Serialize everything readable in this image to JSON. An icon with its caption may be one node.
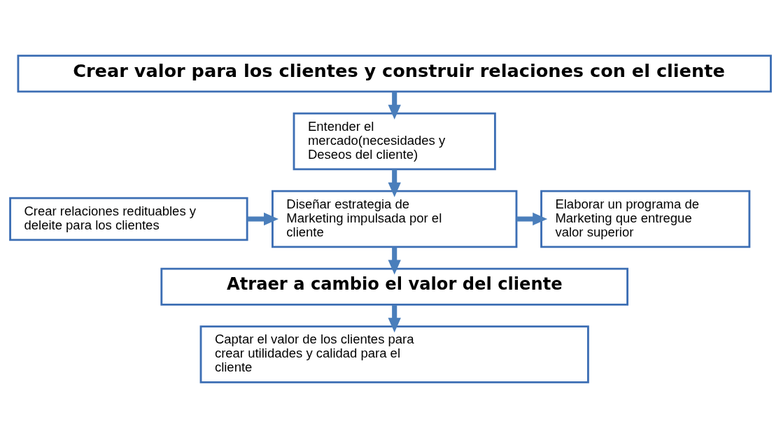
{
  "diagram": {
    "nodes": [
      {
        "text": [
          "Crear valor para los clientes y construir relaciones con el cliente"
        ]
      },
      {
        "text": [
          "Entender el mercado(necesidades y Deseos del cliente)"
        ]
      },
      {
        "text": [
          "Crear relaciones redituables y deleite para los clientes"
        ]
      },
      {
        "text": [
          "Diseñar estrategia de Marketing impulsada por el cliente"
        ]
      },
      {
        "text": [
          "Elaborar un programa de Marketing que entregue valor superior"
        ]
      },
      {
        "text": [
          "Atraer a cambio el valor del cliente"
        ]
      },
      {
        "text": [
          "Captar el valor de los clientes para crear utilidades y calidad para el cliente"
        ]
      }
    ],
    "edges": [
      {
        "from": 0,
        "to": 1,
        "arrow": "to"
      },
      {
        "from": 1,
        "to": 3,
        "arrow": "to"
      },
      {
        "from": 2,
        "to": 3,
        "arrow": "to"
      },
      {
        "from": 3,
        "to": 4,
        "arrow": "to"
      },
      {
        "from": 3,
        "to": 5,
        "arrow": "to"
      },
      {
        "from": 5,
        "to": 6,
        "arrow": "to"
      }
    ]
  }
}
